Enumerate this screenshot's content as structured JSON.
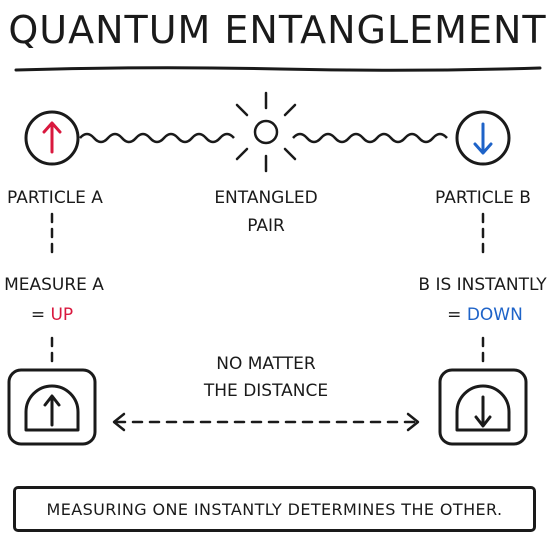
{
  "title": "QUANTUM ENTANGLEMENT",
  "particle_a": {
    "label": "PARTICLE A",
    "arrow": "up-arrow-icon"
  },
  "particle_b": {
    "label": "PARTICLE B",
    "arrow": "down-arrow-icon"
  },
  "pair": {
    "line1": "ENTANGLED",
    "line2": "PAIR"
  },
  "measure_a": {
    "line1": "MEASURE A",
    "prefix": "= ",
    "result": "UP"
  },
  "measure_b": {
    "line1": "B IS INSTANTLY",
    "prefix": "= ",
    "result": "DOWN"
  },
  "distance": {
    "line1": "NO MATTER",
    "line2": "THE DISTANCE"
  },
  "caption": "MEASURING ONE INSTANTLY DETERMINES THE OTHER.",
  "colors": {
    "up": "#d9183e",
    "down": "#1e63c8",
    "ink": "#1a1a1a"
  }
}
